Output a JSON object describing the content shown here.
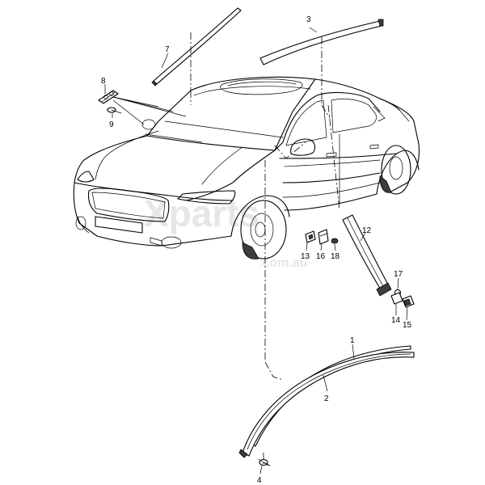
{
  "diagram": {
    "watermark": "Xparts",
    "watermark_sub": ".com.au",
    "callouts": {
      "c1": "1",
      "c2": "2",
      "c3": "3",
      "c4": "4",
      "c7": "7",
      "c8": "8",
      "c9": "9",
      "c12": "12",
      "c13": "13",
      "c14": "14",
      "c15": "15",
      "c16": "16",
      "c17": "17",
      "c18": "18"
    }
  }
}
